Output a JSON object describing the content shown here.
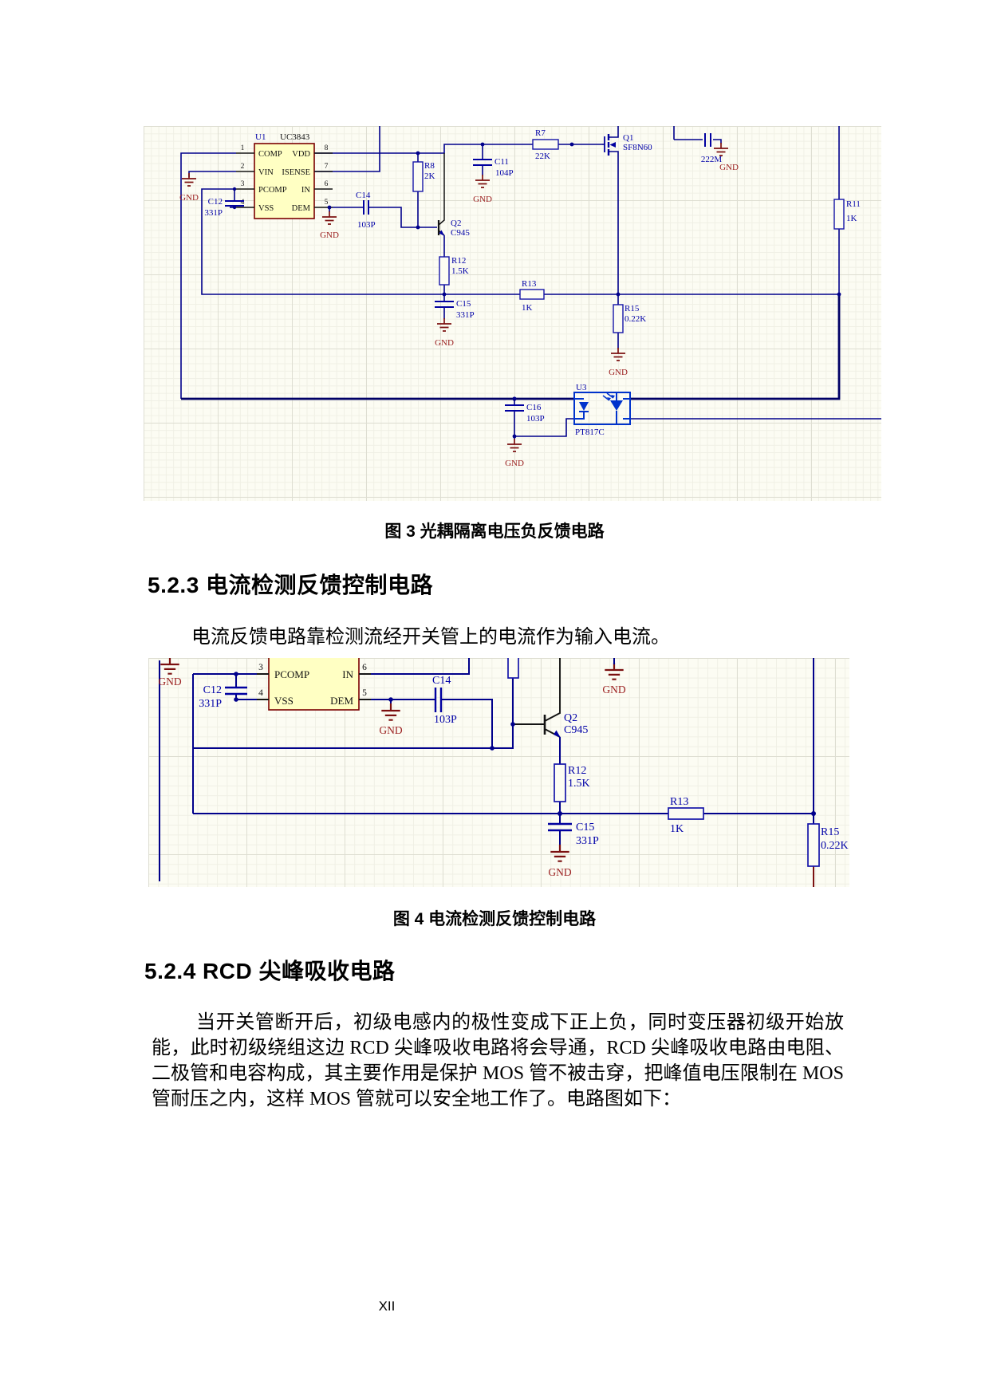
{
  "page": {
    "number": "XII"
  },
  "captions": {
    "fig3": "图 3 光耦隔离电压负反馈电路",
    "fig4": "图 4 电流检测反馈控制电路"
  },
  "sections": {
    "s523": {
      "title": "5.2.3 电流检测反馈控制电路",
      "body": "电流反馈电路靠检测流经开关管上的电流作为输入电流。"
    },
    "s524": {
      "title": "5.2.4 RCD 尖峰吸收电路",
      "body": "当开关管断开后，初级电感内的极性变成下正上负，同时变压器初级开始放能，此时初级绕组这边 RCD 尖峰吸收电路将会导通，RCD 尖峰吸收电路由电阻、二极管和电容构成，其主要作用是保护 MOS 管不被击穿，把峰值电压限制在 MOS 管耐压之内，这样 MOS 管就可以安全地工作了。电路图如下："
    }
  },
  "gnd": "GND",
  "fig3": {
    "u1": {
      "ref": "U1",
      "part": "UC3843",
      "pins": {
        "p1": {
          "num": "1",
          "name": "COMP"
        },
        "p2": {
          "num": "2",
          "name": "VIN"
        },
        "p3": {
          "num": "3",
          "name": "PCOMP"
        },
        "p4": {
          "num": "4",
          "name": "VSS"
        },
        "p5": {
          "num": "5",
          "name": "DEM"
        },
        "p6": {
          "num": "6",
          "name": "IN"
        },
        "p7": {
          "num": "7",
          "name": "ISENSE"
        },
        "p8": {
          "num": "8",
          "name": "VDD"
        }
      }
    },
    "c12": {
      "ref": "C12",
      "value": "331P"
    },
    "c14": {
      "ref": "C14",
      "value": "103P"
    },
    "c11": {
      "ref": "C11",
      "value": "104P"
    },
    "r8": {
      "ref": "R8",
      "value": "2K"
    },
    "r7": {
      "ref": "R7",
      "value": "22K"
    },
    "q1": {
      "ref": "Q1",
      "value": "SF8N60"
    },
    "cs": {
      "value": "222M"
    },
    "r11": {
      "ref": "R11",
      "value": "1K"
    },
    "q2": {
      "ref": "Q2",
      "value": "C945"
    },
    "r12": {
      "ref": "R12",
      "value": "1.5K"
    },
    "c15": {
      "ref": "C15",
      "value": "331P"
    },
    "r13": {
      "ref": "R13",
      "value": "1K"
    },
    "r15": {
      "ref": "R15",
      "value": "0.22K"
    },
    "c16": {
      "ref": "C16",
      "value": "103P"
    },
    "u3": {
      "ref": "U3",
      "part": "PT817C"
    }
  },
  "fig4": {
    "pins": {
      "p3": {
        "num": "3",
        "name": "PCOMP"
      },
      "p4": {
        "num": "4",
        "name": "VSS"
      },
      "p5": {
        "num": "5",
        "name": "DEM"
      },
      "p6": {
        "num": "6",
        "name": "IN"
      }
    },
    "c12": {
      "ref": "C12",
      "value": "331P"
    },
    "c14": {
      "ref": "C14",
      "value": "103P"
    },
    "q2": {
      "ref": "Q2",
      "value": "C945"
    },
    "r12": {
      "ref": "R12",
      "value": "1.5K"
    },
    "r13": {
      "ref": "R13",
      "value": "1K"
    },
    "c15": {
      "ref": "C15",
      "value": "331P"
    },
    "r15": {
      "ref": "R15",
      "value": "0.22K"
    }
  }
}
